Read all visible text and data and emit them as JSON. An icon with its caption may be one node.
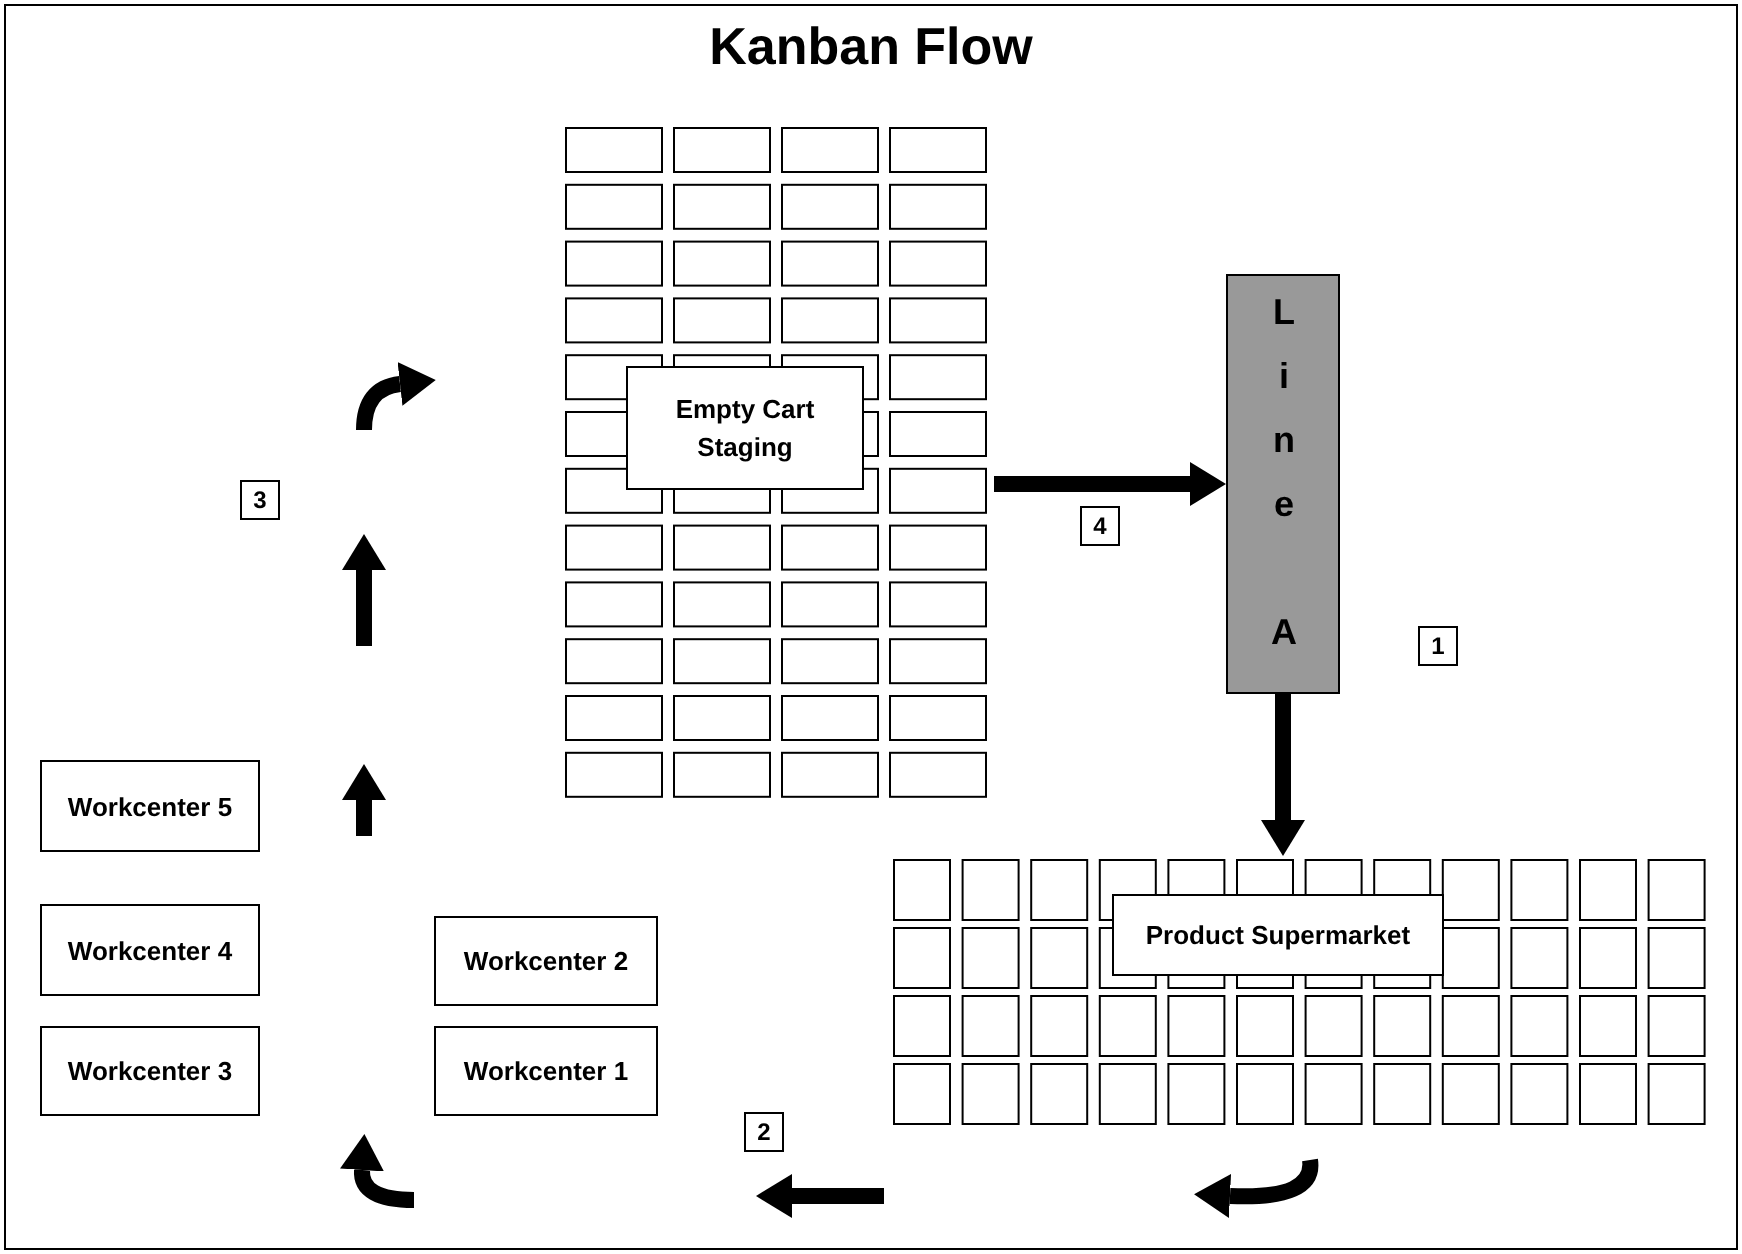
{
  "diagram": {
    "title": "Kanban Flow",
    "nodes": [
      {
        "text": [
          "Empty Cart Staging"
        ]
      },
      {
        "text": [
          "Line A"
        ]
      },
      {
        "text": [
          "Product Supermarket"
        ]
      },
      {
        "text": [
          "Workcenter 5"
        ]
      },
      {
        "text": [
          "Workcenter 4"
        ]
      },
      {
        "text": [
          "Workcenter 2"
        ]
      },
      {
        "text": [
          "Workcenter 3"
        ]
      },
      {
        "text": [
          "Workcenter 1"
        ]
      }
    ],
    "edges": [
      {
        "from": 0,
        "to": 1,
        "arrow": "to"
      },
      {
        "from": 1,
        "to": 2,
        "arrow": "to"
      }
    ],
    "labels": [
      "3",
      "4",
      "1",
      "2"
    ]
  }
}
